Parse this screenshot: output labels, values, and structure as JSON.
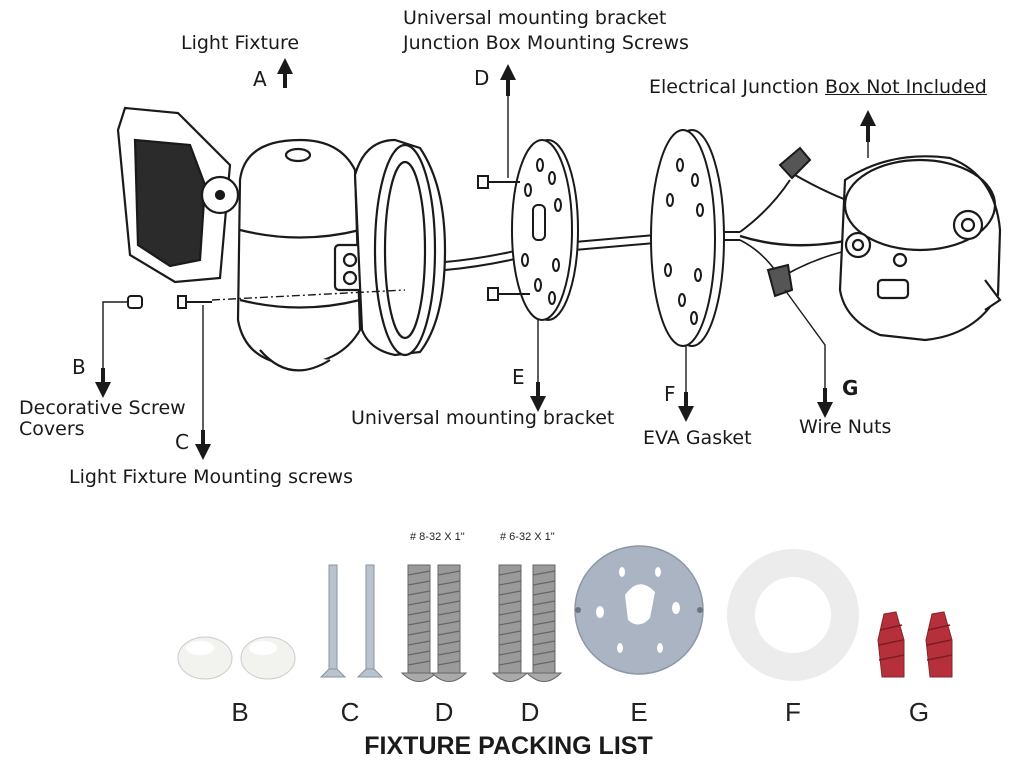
{
  "callouts": {
    "A": {
      "letter": "A",
      "label": "Light Fixture"
    },
    "B": {
      "letter": "B",
      "label_line1": "Decorative Screw",
      "label_line2": "Covers"
    },
    "C": {
      "letter": "C",
      "label": "Light Fixture Mounting screws"
    },
    "D": {
      "letter": "D",
      "label_line1": "Universal mounting bracket",
      "label_line2": "Junction Box Mounting Screws"
    },
    "E": {
      "letter": "E",
      "label": "Universal mounting bracket"
    },
    "F": {
      "letter": "F",
      "label": "EVA Gasket"
    },
    "G": {
      "letter": "G",
      "label": "Wire Nuts"
    },
    "junction_box": {
      "label_prefix": "Electrical Junction ",
      "label_underlined": "Box Not Included"
    }
  },
  "packing_list": {
    "title": "FIXTURE PACKING LIST",
    "items": [
      {
        "letter": "B",
        "spec": ""
      },
      {
        "letter": "C",
        "spec": ""
      },
      {
        "letter": "D",
        "spec": "# 8-32 X 1\""
      },
      {
        "letter": "D",
        "spec": "# 6-32 X 1\""
      },
      {
        "letter": "E",
        "spec": ""
      },
      {
        "letter": "F",
        "spec": ""
      },
      {
        "letter": "G",
        "spec": ""
      }
    ]
  },
  "colors": {
    "line": "#1a1a1a",
    "wire_nut": "#b5303a",
    "screw": "#8a8a8a",
    "bracket": "#9aa4b0"
  }
}
